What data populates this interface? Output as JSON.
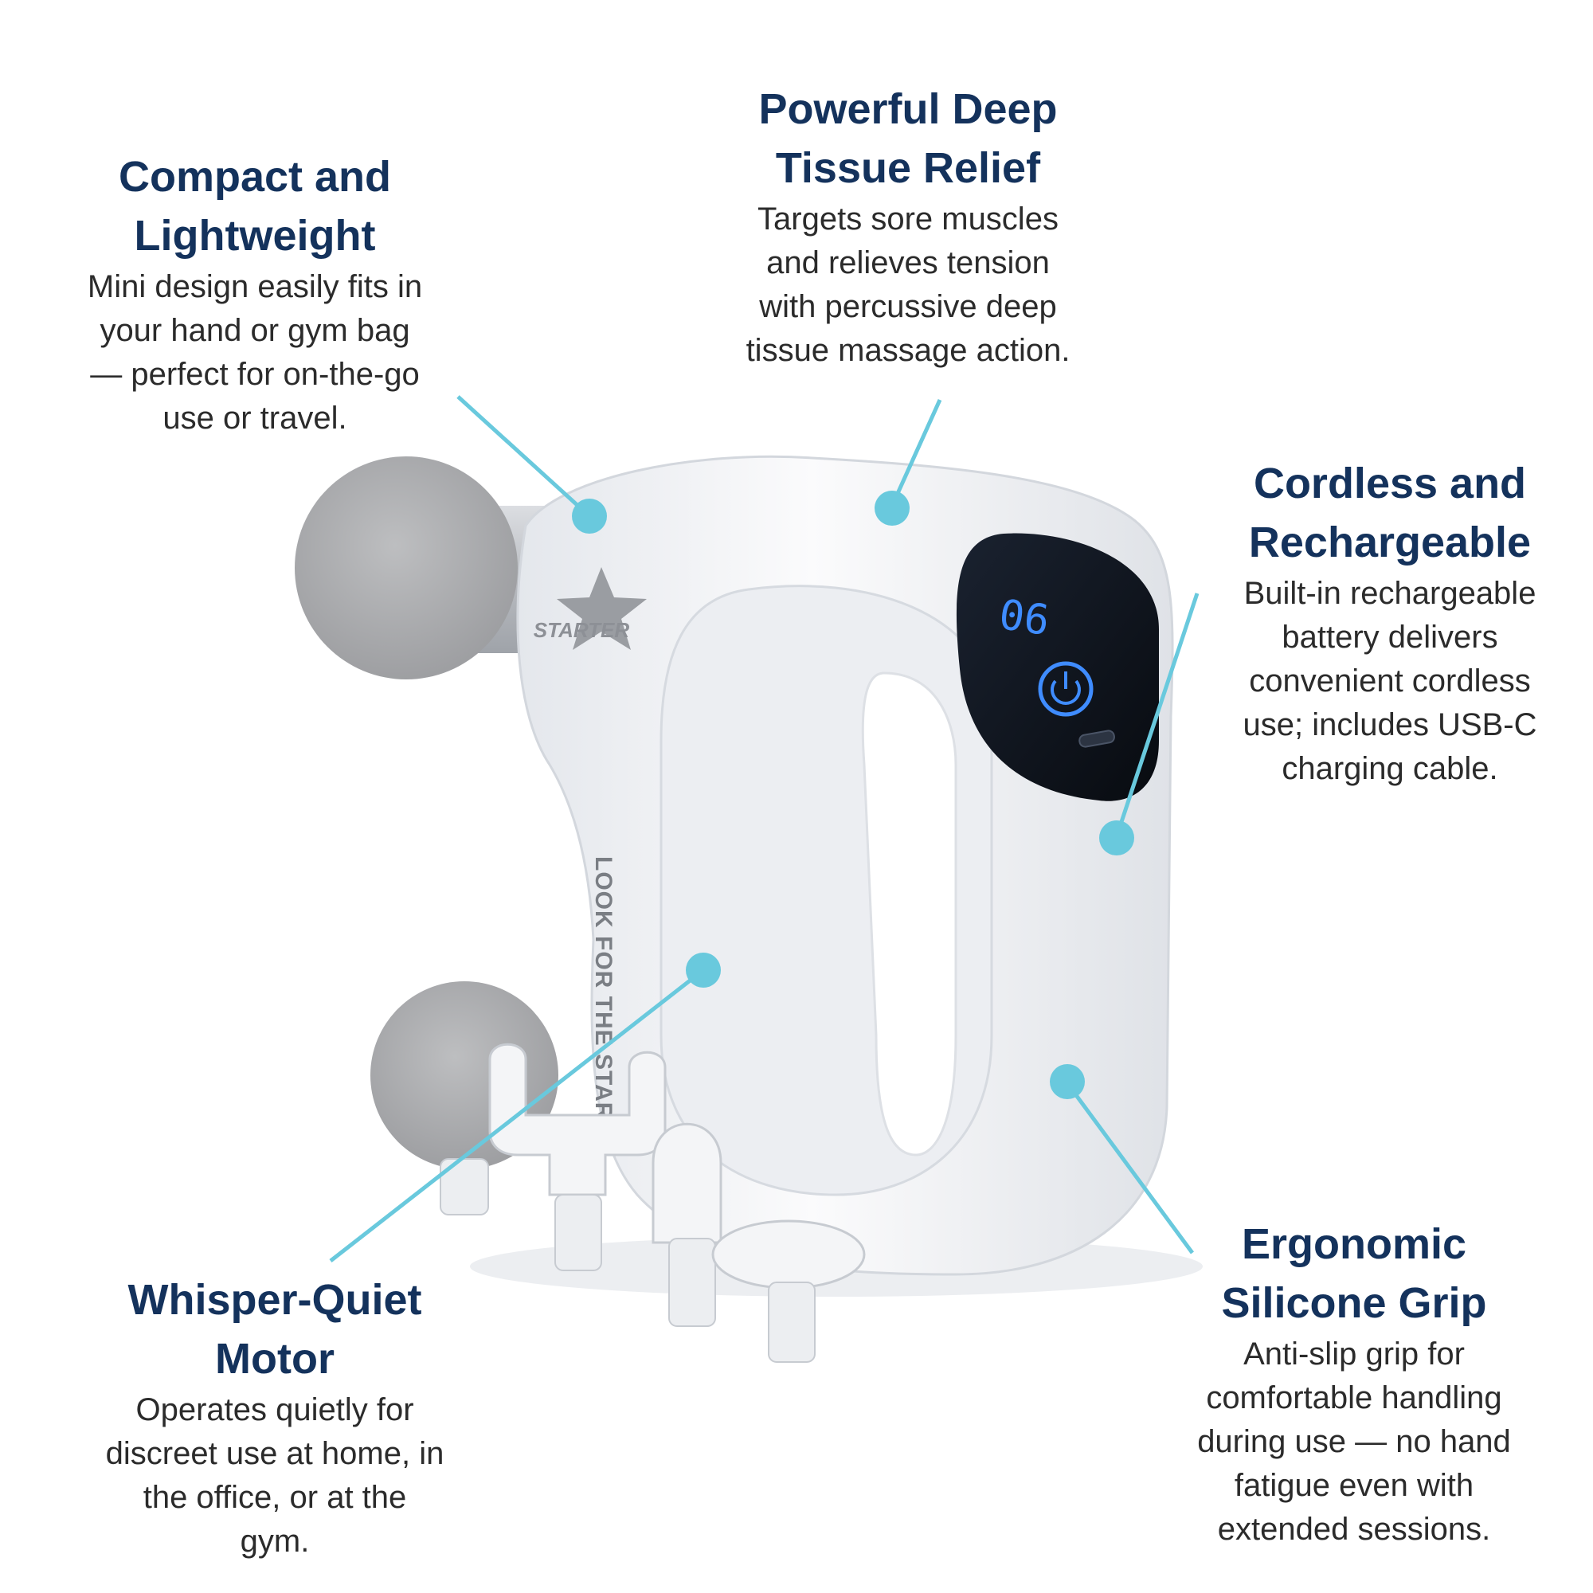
{
  "brand": {
    "logo_text": "STARTER",
    "side_text": "LOOK FOR THE STAR"
  },
  "device": {
    "display_value": "06",
    "power_icon": "power-icon",
    "port_icon": "usb-c-port-icon"
  },
  "colors": {
    "heading": "#14325c",
    "body_text": "#2b2b2b",
    "callout": "#69c9dd",
    "device_body": "#f2f3f5",
    "attachment_foam": "#a9aaac",
    "display_panel": "#0d1118",
    "display_digits": "#3f8cff"
  },
  "features": {
    "compact": {
      "title_line1": "Compact and",
      "title_line2": "Lightweight",
      "desc_line1": "Mini design easily fits in",
      "desc_line2": "your hand or gym bag",
      "desc_line3": "— perfect for on-the-go",
      "desc_line4": "use or travel."
    },
    "power": {
      "title_line1": "Powerful Deep",
      "title_line2": "Tissue Relief",
      "desc_line1": "Targets sore muscles",
      "desc_line2": "and relieves tension",
      "desc_line3": "with percussive deep",
      "desc_line4": "tissue massage action."
    },
    "cordless": {
      "title_line1": "Cordless and",
      "title_line2": "Rechargeable",
      "desc_line1": "Built-in rechargeable",
      "desc_line2": "battery delivers",
      "desc_line3": "convenient cordless",
      "desc_line4": "use; includes USB-C",
      "desc_line5": "charging cable."
    },
    "quiet": {
      "title_line1": "Whisper-Quiet",
      "title_line2": "Motor",
      "desc_line1": "Operates quietly for",
      "desc_line2": "discreet use at home, in",
      "desc_line3": "the office, or at the",
      "desc_line4": "gym."
    },
    "grip": {
      "title_line1": "Ergonomic",
      "title_line2": "Silicone Grip",
      "desc_line1": "Anti-slip grip for",
      "desc_line2": "comfortable handling",
      "desc_line3": "during use — no hand",
      "desc_line4": "fatigue even with",
      "desc_line5": "extended sessions."
    }
  }
}
